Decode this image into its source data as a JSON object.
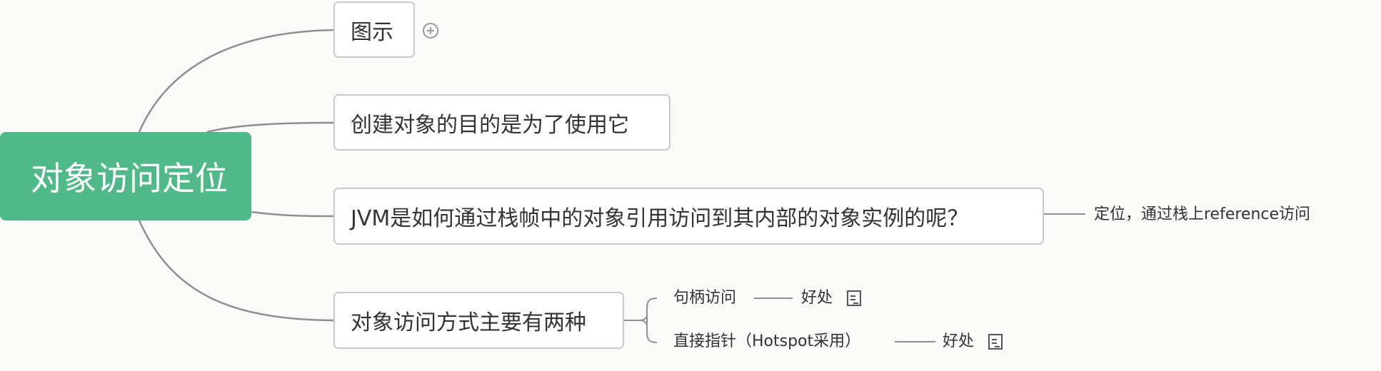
{
  "root": {
    "label": "对象访问定位"
  },
  "topics": [
    {
      "label": "图示",
      "collapsed_icon": "expand-plus-icon"
    },
    {
      "label": "创建对象的目的是为了使用它"
    },
    {
      "label": "JVM是如何通过栈帧中的对象引用访问到其内部的对象实例的呢？",
      "children": [
        {
          "label": "定位，通过栈上reference访问"
        }
      ]
    },
    {
      "label": "对象访问方式主要有两种",
      "children": [
        {
          "label": "句柄访问",
          "children": [
            {
              "label": "好处",
              "icon": "note-icon"
            }
          ]
        },
        {
          "label": "直接指针（Hotspot采用）",
          "children": [
            {
              "label": "好处",
              "icon": "note-icon"
            }
          ]
        }
      ]
    }
  ],
  "colors": {
    "root_fill": "#4fb98a",
    "root_text": "#ffffff",
    "branch_line": "#8f8f8f",
    "topic_border": "#c9c9c9",
    "background": "#fafaf9"
  }
}
